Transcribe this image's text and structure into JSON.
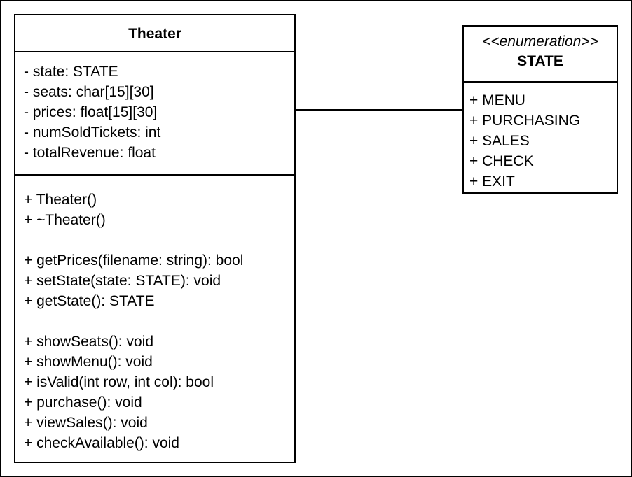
{
  "theater": {
    "name": "Theater",
    "attributes": [
      "- state: STATE",
      "- seats: char[15][30]",
      "- prices: float[15][30]",
      "- numSoldTickets: int",
      "- totalRevenue: float"
    ],
    "operation_groups": [
      [
        "+ Theater()",
        "+ ~Theater()"
      ],
      [
        "+ getPrices(filename: string): bool",
        "+ setState(state: STATE): void",
        "+ getState(): STATE"
      ],
      [
        "+ showSeats(): void",
        "+ showMenu(): void",
        "+ isValid(int row, int col): bool",
        "+ purchase(): void",
        "+ viewSales(): void",
        "+ checkAvailable(): void"
      ]
    ]
  },
  "state_enum": {
    "stereotype": "<<enumeration>>",
    "name": "STATE",
    "literals": [
      "+ MENU",
      "+ PURCHASING",
      "+ SALES",
      "+ CHECK",
      "+ EXIT"
    ]
  },
  "colors": {
    "stroke": "#000000",
    "background": "#ffffff"
  }
}
